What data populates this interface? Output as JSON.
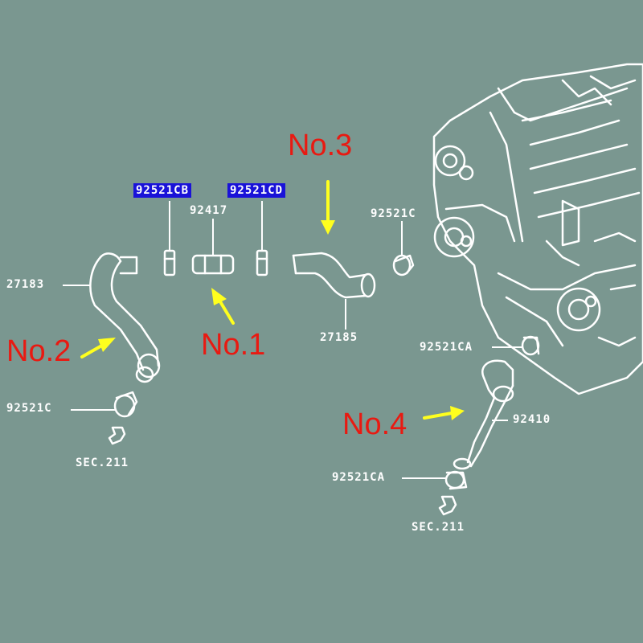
{
  "labels": {
    "hl_left": "92521CB",
    "hl_right": "92521CD",
    "p92417": "92417",
    "p92521c_top": "92521C",
    "p27183": "27183",
    "p27185": "27185",
    "p92521ca_top": "92521CA",
    "p92521c_bottom": "92521C",
    "p92410": "92410",
    "p92521ca_bottom": "92521CA",
    "sec_left": "SEC.211",
    "sec_right": "SEC.211"
  },
  "callouts": {
    "no1": "No.1",
    "no2": "No.2",
    "no3": "No.3",
    "no4": "No.4"
  },
  "colors": {
    "background": "#7a9790",
    "line": "#ffffff",
    "callout": "#e81a12",
    "arrow": "#ffff1e",
    "highlight": "#1a12d8"
  }
}
